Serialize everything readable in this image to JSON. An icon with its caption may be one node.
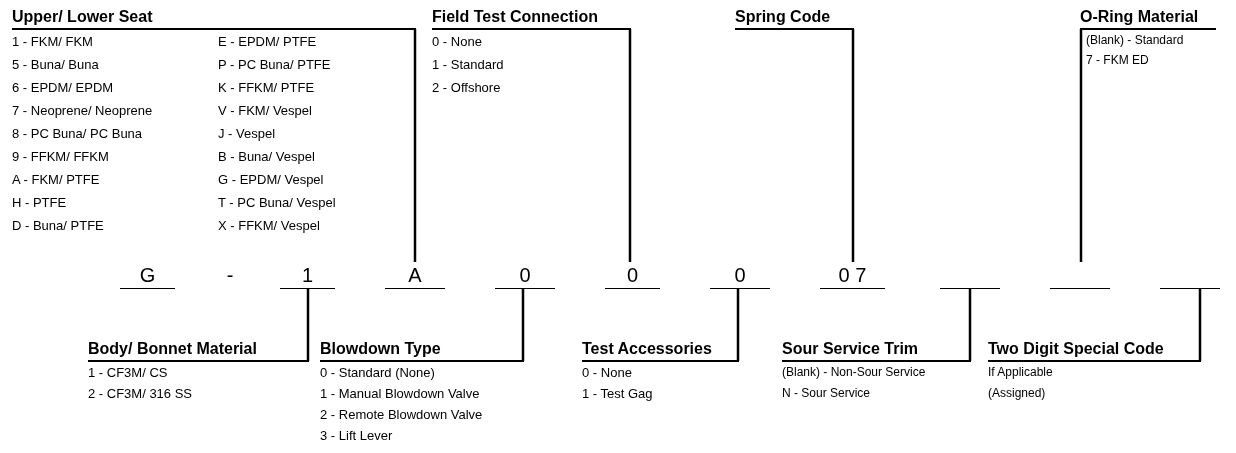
{
  "diagram": {
    "nodes": [
      {
        "text": [
          "Upper/ Lower Seat",
          "1 - FKM/ FKM",
          "5 - Buna/ Buna",
          "6 - EPDM/ EPDM",
          "7 - Neoprene/ Neoprene",
          "8 - PC Buna/ PC Buna",
          "9 - FFKM/ FFKM",
          "A - FKM/ PTFE",
          "H - PTFE",
          "D - Buna/ PTFE",
          "E - EPDM/ PTFE",
          "P - PC Buna/ PTFE",
          "K - FFKM/ PTFE",
          "V - FKM/ Vespel",
          "J - Vespel",
          "B - Buna/ Vespel",
          "G - EPDM/ Vespel",
          "T - PC Buna/ Vespel",
          "X - FFKM/ Vespel"
        ]
      },
      {
        "text": [
          "Field Test Connection",
          "0 - None",
          "1 - Standard",
          "2 - Offshore"
        ]
      },
      {
        "text": [
          "Spring Code"
        ]
      },
      {
        "text": [
          "O-Ring Material",
          "(Blank) - Standard",
          "7 - FKM ED"
        ]
      },
      {
        "text": [
          "1"
        ]
      },
      {
        "text": [
          "A"
        ]
      },
      {
        "text": [
          "0"
        ]
      },
      {
        "text": [
          "0"
        ]
      },
      {
        "text": [
          "0"
        ]
      },
      {
        "text": [
          "0 7"
        ]
      },
      {
        "text": [],
        "shape": "bar"
      },
      {
        "text": [],
        "shape": "bar"
      },
      {
        "text": [],
        "shape": "bar"
      },
      {
        "text": [
          "Body/ Bonnet Material",
          "1 - CF3M/ CS",
          "2 - CF3M/ 316 SS"
        ]
      },
      {
        "text": [
          "Blowdown Type",
          "0 - Standard (None)",
          "1 - Manual Blowdown Valve",
          "2 - Remote Blowdown Valve",
          "3 - Lift Lever"
        ]
      },
      {
        "text": [
          "Test Accessories",
          "0 - None",
          "1 - Test Gag"
        ]
      },
      {
        "text": [
          "Sour Service Trim",
          "(Blank) - Non-Sour Service",
          "N - Sour Service"
        ]
      },
      {
        "text": [
          "Two Digit Special Code",
          "If Applicable",
          "(Assigned)"
        ]
      }
    ],
    "edges": [
      {
        "from": 0,
        "to": 5,
        "arrow": "none"
      },
      {
        "from": 1,
        "to": 7,
        "arrow": "none"
      },
      {
        "from": 2,
        "to": 9,
        "arrow": "none"
      },
      {
        "from": 3,
        "to": 11,
        "arrow": "none"
      },
      {
        "from": 13,
        "to": 4,
        "arrow": "none"
      },
      {
        "from": 14,
        "to": 6,
        "arrow": "none"
      },
      {
        "from": 15,
        "to": 8,
        "arrow": "none"
      },
      {
        "from": 16,
        "to": 10,
        "arrow": "none"
      },
      {
        "from": 17,
        "to": 12,
        "arrow": "none"
      }
    ],
    "labels": [
      "G",
      "-"
    ]
  }
}
